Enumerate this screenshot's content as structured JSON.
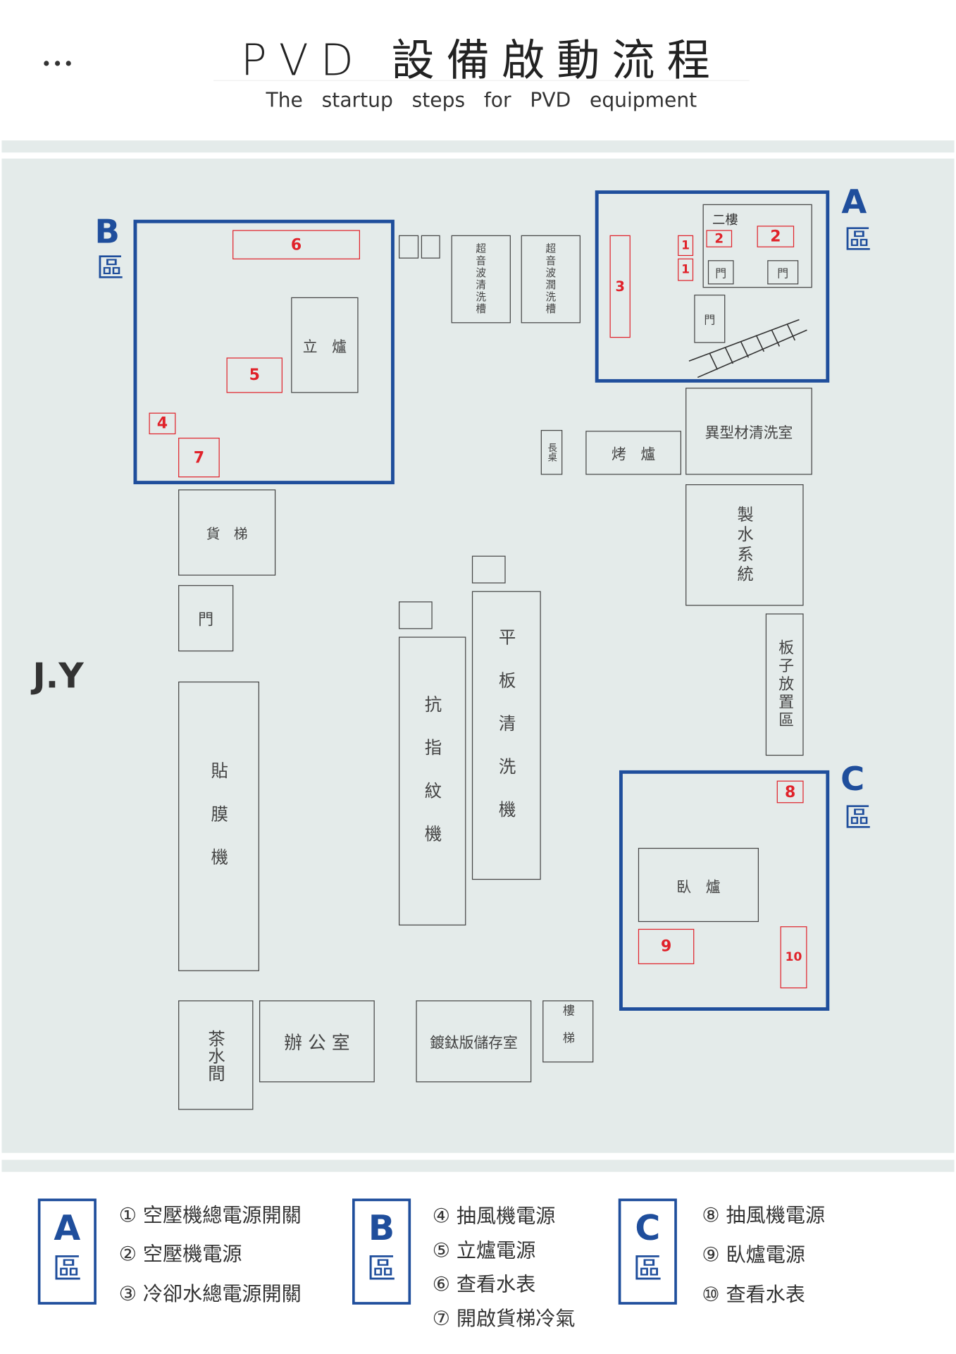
{
  "header": {
    "menu": "•••",
    "title": "PVD 設備啟動流程",
    "subtitle": "The   startup   steps   for   PVD   equipment",
    "author": "J.Y"
  },
  "zones": {
    "A": {
      "letter": "A",
      "suffix": "區"
    },
    "B": {
      "letter": "B",
      "suffix": "區"
    },
    "C": {
      "letter": "C",
      "suffix": "區"
    }
  },
  "rooms": {
    "ultra_clean": "超音波清洗槽",
    "ultra_rinse": "超音波潤洗槽",
    "vertical_furnace": "立　爐",
    "second_floor": "二樓",
    "door": "門",
    "special_wash": "異型材清洗室",
    "long_table": "長桌",
    "oven": "烤　爐",
    "water_system": "製水系統",
    "board_area": "板子放置區",
    "freight_elevator": "貨　梯",
    "fingerprint": "抗指紋機",
    "flat_wash": "平板清洗機",
    "film": "貼膜機",
    "horizontal_furnace": "臥　爐",
    "tea_room": "茶水間",
    "office": "辦 公 室",
    "ti_storage": "鍍鈦版儲存室",
    "stairs": "樓梯"
  },
  "markers": {
    "m1": "1",
    "m2": "2",
    "m3": "3",
    "m4": "4",
    "m5": "5",
    "m6": "6",
    "m7": "7",
    "m8": "8",
    "m9": "9",
    "m10": "10"
  },
  "legend": {
    "A": [
      "① 空壓機總電源開關",
      "② 空壓機電源",
      "③ 冷卻水總電源開關"
    ],
    "B": [
      "④ 抽風機電源",
      "⑤ 立爐電源",
      "⑥ 查看水表",
      "⑦ 開啟貨梯冷氣"
    ],
    "C": [
      "⑧ 抽風機電源",
      "⑨ 臥爐電源",
      "⑩ 查看水表"
    ]
  },
  "colors": {
    "zone": "#1f4e9c",
    "marker": "#e0222a",
    "floor": "#e4ebea"
  }
}
